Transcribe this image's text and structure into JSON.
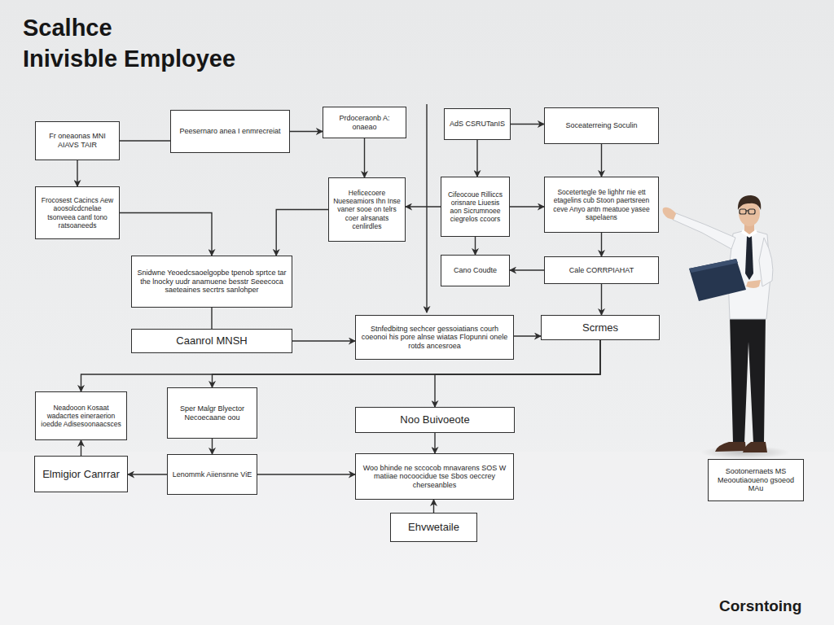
{
  "diagram": {
    "title": "Scalhce Inivisble Employee",
    "nodes": [
      {
        "text": [
          "Fr oneaonas MNI AIAVS TAIR"
        ]
      },
      {
        "text": [
          "Peesernaro anea I enmrecreiat"
        ]
      },
      {
        "text": [
          "Prdoceraonb A: onaeao"
        ]
      },
      {
        "text": [
          "AdS CSRUTanIS"
        ]
      },
      {
        "text": [
          "Soceaterreing Soculin"
        ]
      },
      {
        "text": [
          "Frocosest Cacincs Aew aoosolcdcnelae tsonveea cantl tono ratsoaneeds"
        ]
      },
      {
        "text": [
          "Heficecoere Nueseamiors Ihn Inse vaner sooe on telrs coer alrsanats cenlirdles"
        ]
      },
      {
        "text": [
          "Cifeocoue Rilliccs orisnare Liuesis aon Sicrumnoee ciegrelos ccoors"
        ]
      },
      {
        "text": [
          "Socetertegle 9e lighhr nie ett etagelins cub Stoon paertsreen ceve Anyo antn meatuoe yasee sapelaens"
        ]
      },
      {
        "text": [
          "Cano Coudte"
        ]
      },
      {
        "text": [
          "Cale CORRPIAHAT"
        ]
      },
      {
        "text": [
          "Snidwne Yeoedcsaoelgopbe tpenob sprtce tar the lnocky uudr anamuene besstr Seeecoca saeteaines secrtrs sanlohper"
        ]
      },
      {
        "text": [
          "Caanrol MNSH"
        ]
      },
      {
        "text": [
          "Stnfedbitng sechcer gessoiatians courh coeonoi his pore alnse wiatas Flopunni onele rotds ancesroea"
        ]
      },
      {
        "text": [
          "Scrmes"
        ]
      },
      {
        "text": [
          "Neadooon Kosaat wadacrtes eineraerion ioedde Adisesoonaacsces"
        ]
      },
      {
        "text": [
          "Sper Malgr Blyector Necoecaane oou"
        ]
      },
      {
        "text": [
          "Noo Buivoeote"
        ]
      },
      {
        "text": [
          "Elmigior Canrrar"
        ]
      },
      {
        "text": [
          "Lenommk Aiiensnne ViE"
        ]
      },
      {
        "text": [
          "Woo bhinde ne sccocob mnavarens SOS W matiiae nocoocidue tse Sbos oeccrey cherseanbles"
        ]
      },
      {
        "text": [
          "Ehvwetaile"
        ]
      },
      {
        "text": [
          "Sootonernaets MS Meooutiaoueno gsoeod MAu"
        ]
      }
    ],
    "edges": [
      {
        "from": 0,
        "to": 1,
        "arrow": "none"
      },
      {
        "from": 1,
        "to": 2,
        "arrow": "to"
      },
      {
        "from": 0,
        "to": 5,
        "arrow": "to"
      },
      {
        "from": 2,
        "to": 6,
        "arrow": "to"
      },
      {
        "from": 3,
        "to": 4,
        "arrow": "to"
      },
      {
        "from": 3,
        "to": 7,
        "arrow": "to"
      },
      {
        "from": 4,
        "to": 8,
        "arrow": "to"
      },
      {
        "from": 7,
        "to": 6,
        "arrow": "to"
      },
      {
        "from": 7,
        "to": 8,
        "arrow": "to"
      },
      {
        "from": 7,
        "to": 9,
        "arrow": "to"
      },
      {
        "from": 8,
        "to": 10,
        "arrow": "to"
      },
      {
        "from": 10,
        "to": 9,
        "arrow": "to"
      },
      {
        "from": 10,
        "to": 14,
        "arrow": "to"
      },
      {
        "from": 5,
        "to": 11,
        "arrow": "to"
      },
      {
        "from": 6,
        "to": 11,
        "arrow": "to"
      },
      {
        "from": 11,
        "to": 12,
        "arrow": "none"
      },
      {
        "from": 12,
        "to": 13,
        "arrow": "to"
      },
      {
        "from": 13,
        "to": 14,
        "arrow": "to"
      },
      {
        "from": 14,
        "to": 17,
        "arrow": "to"
      },
      {
        "from": 14,
        "to": 15,
        "arrow": "to"
      },
      {
        "from": 14,
        "to": 16,
        "arrow": "to"
      },
      {
        "from": 18,
        "to": 15,
        "arrow": "to"
      },
      {
        "from": 16,
        "to": 19,
        "arrow": "to"
      },
      {
        "from": 19,
        "to": 18,
        "arrow": "to"
      },
      {
        "from": 19,
        "to": 20,
        "arrow": "to"
      },
      {
        "from": 17,
        "to": 20,
        "arrow": "to"
      },
      {
        "from": 21,
        "to": 20,
        "arrow": "to"
      }
    ],
    "labels": [
      "Corsntoing"
    ]
  }
}
